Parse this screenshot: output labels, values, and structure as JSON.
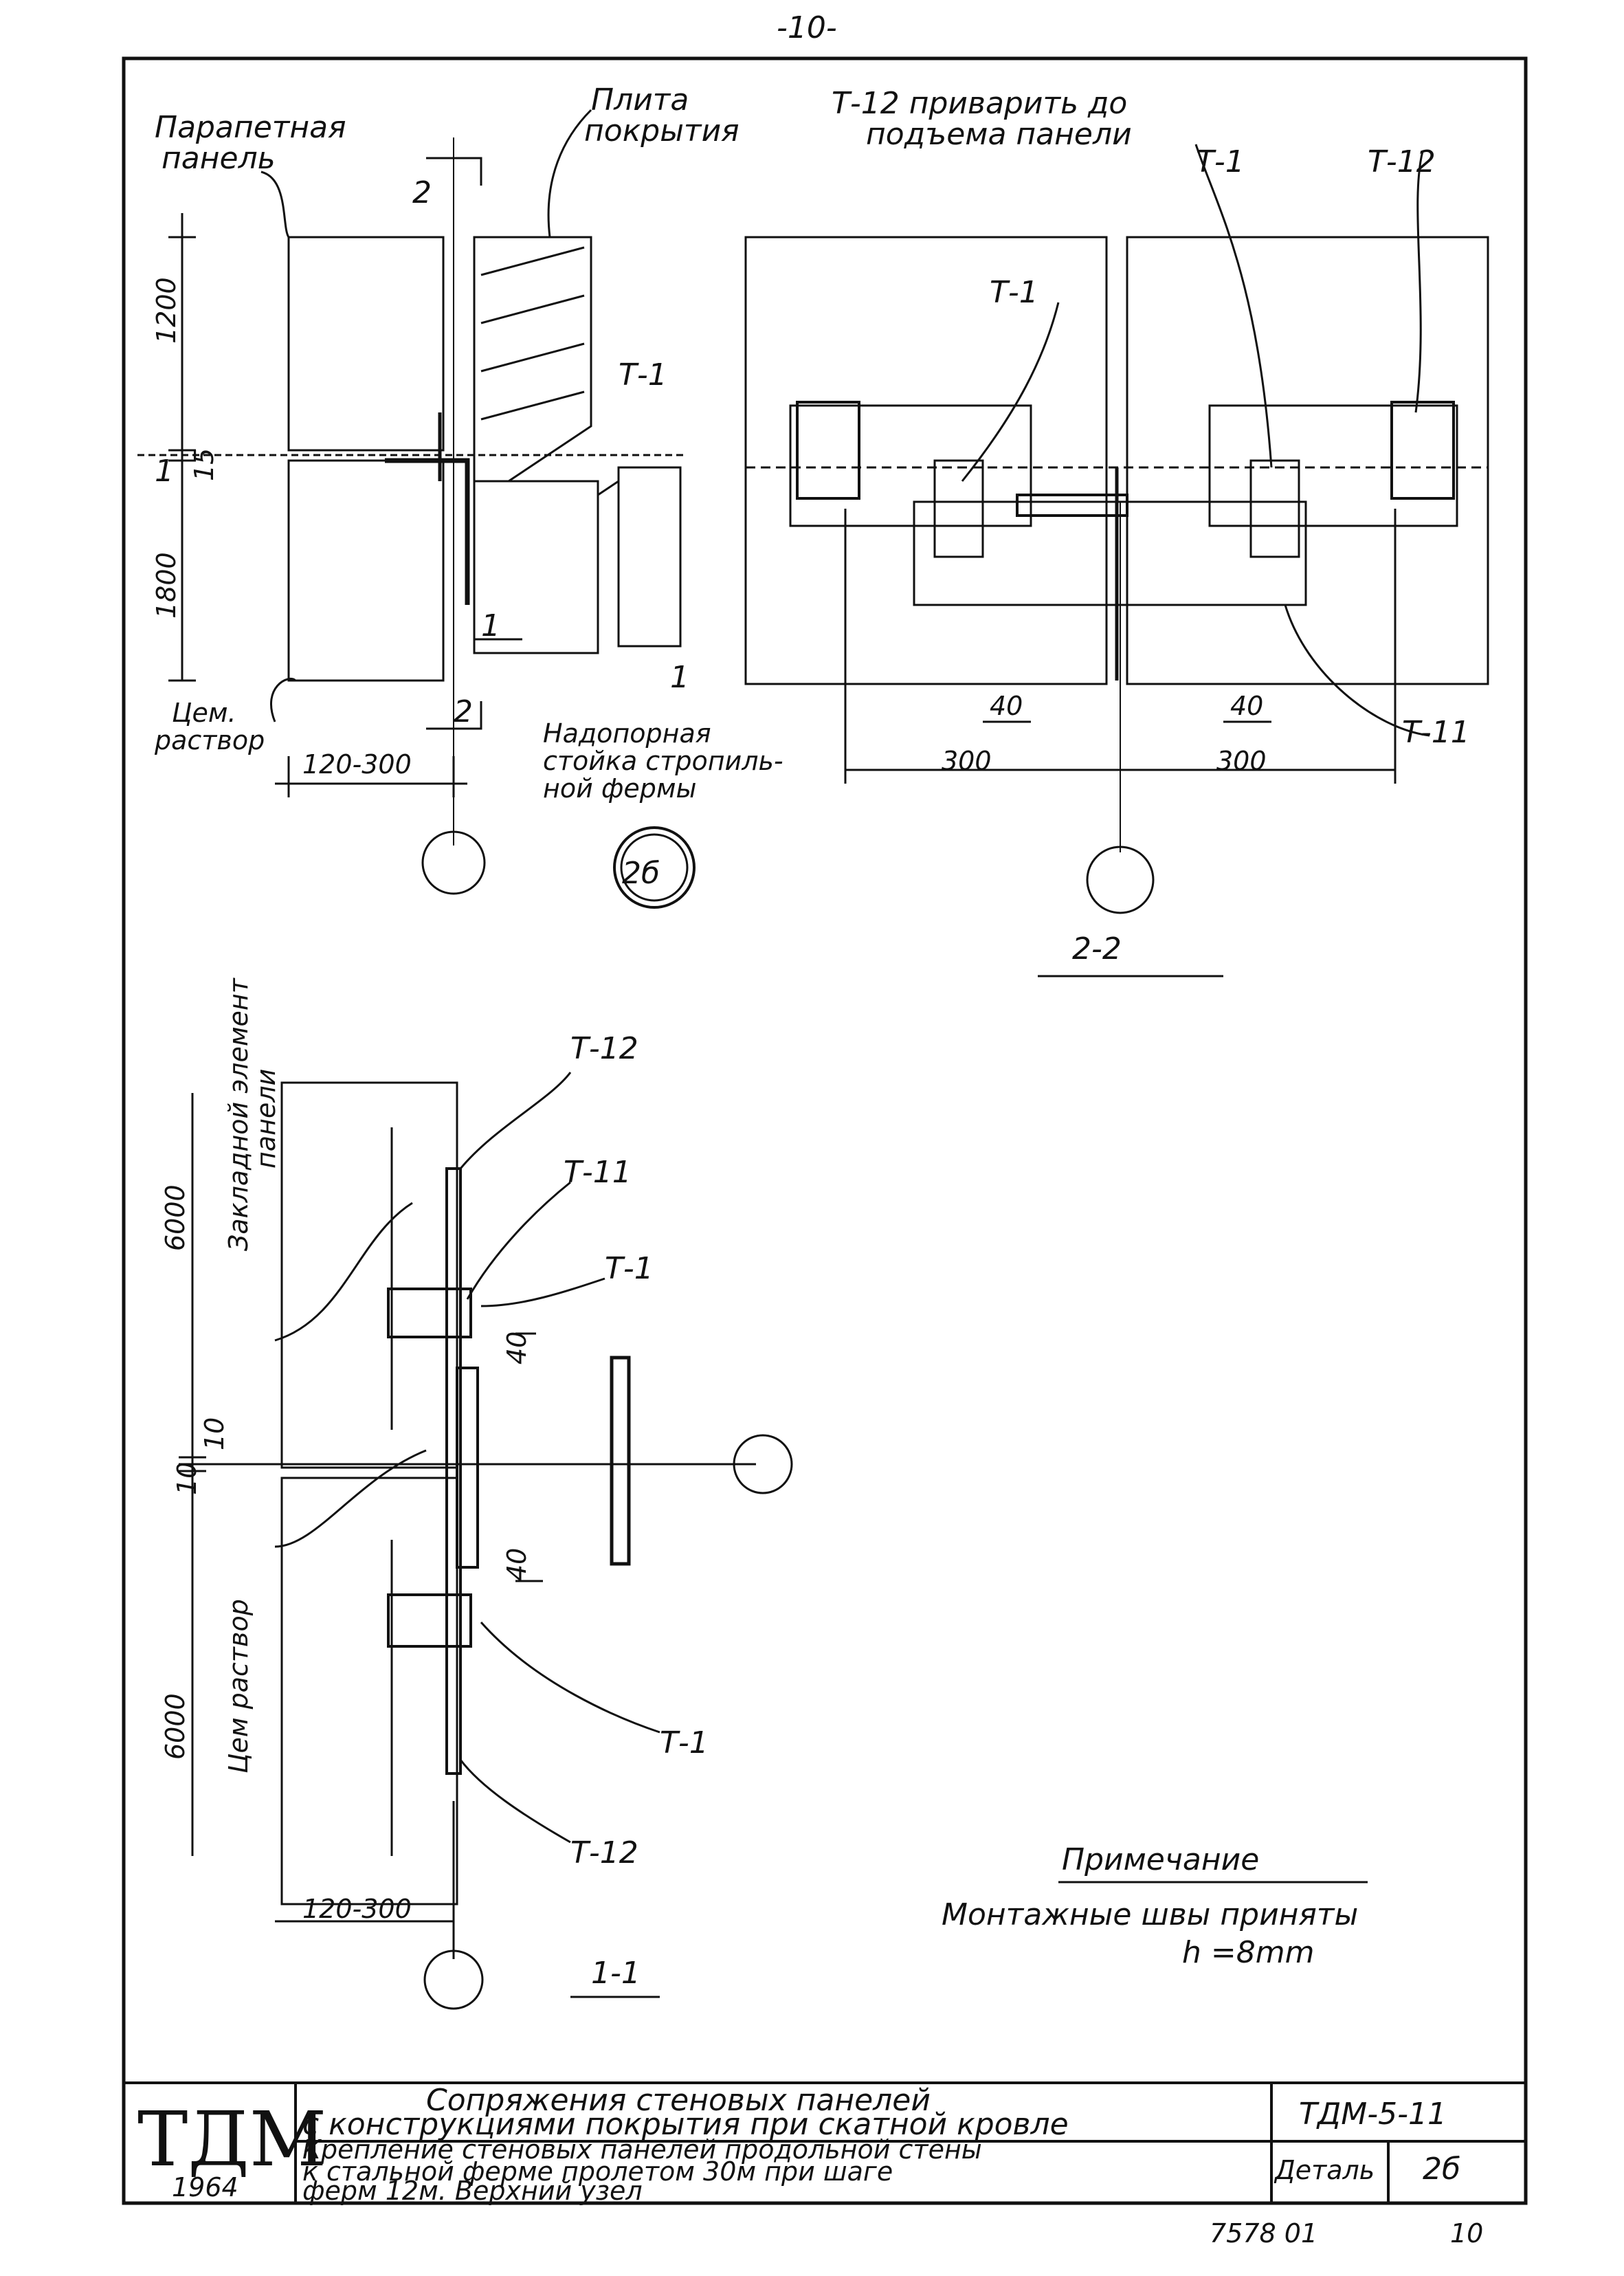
{
  "page_number": "-10-",
  "section_labels": {
    "section_2_2": "2-2",
    "section_1_1": "1-1"
  },
  "detail_bubble": "2б",
  "labels": {
    "parapet_panel_l1": "Парапетная",
    "parapet_panel_l2": "панель",
    "roof_slab_l1": "Плита",
    "roof_slab_l2": "покрытия",
    "t12_note_l1": "Т-12 приварить до",
    "t12_note_l2": "подъема панели",
    "cement_mortar_l1": "Цем.",
    "cement_mortar_l2": "раствор",
    "support_post_l1": "Надопорная",
    "support_post_l2": "стойка стропиль-",
    "support_post_l3": "ной фермы",
    "embedded_l1": "Закладной элемент",
    "embedded_l2": "панели",
    "cement_mortar_v": "Цем раствор",
    "t1": "Т-1",
    "t11": "Т-11",
    "t12": "Т-12"
  },
  "dimensions": {
    "h1200": "1200",
    "h15": "15",
    "h1800": "1800",
    "w120_300": "120-300",
    "w300": "300",
    "w300b": "300",
    "d40": "40",
    "v6000": "6000",
    "v10": "10",
    "v10b": "10",
    "sect2": "2",
    "sect1": "1"
  },
  "note": {
    "title": "Примечание",
    "line1": "Монтажные швы приняты",
    "line2": "h =8mm"
  },
  "title_block": {
    "logo": "ТДМ",
    "year": "1964",
    "title_l1": "Сопряжения стеновых панелей",
    "title_l2": "с конструкциями покрытия при скатной кровле",
    "desc_l1": "Крепление стеновых панелей продольной стены",
    "desc_l2": "к стальной ферме пролетом 30м при шаге",
    "desc_l3": "ферм 12м. Верхний узел",
    "code": "ТДМ-5-11",
    "detail_label": "Деталь",
    "detail_value": "2б"
  },
  "footer": {
    "stamp": "7578 01",
    "sheet": "10"
  }
}
